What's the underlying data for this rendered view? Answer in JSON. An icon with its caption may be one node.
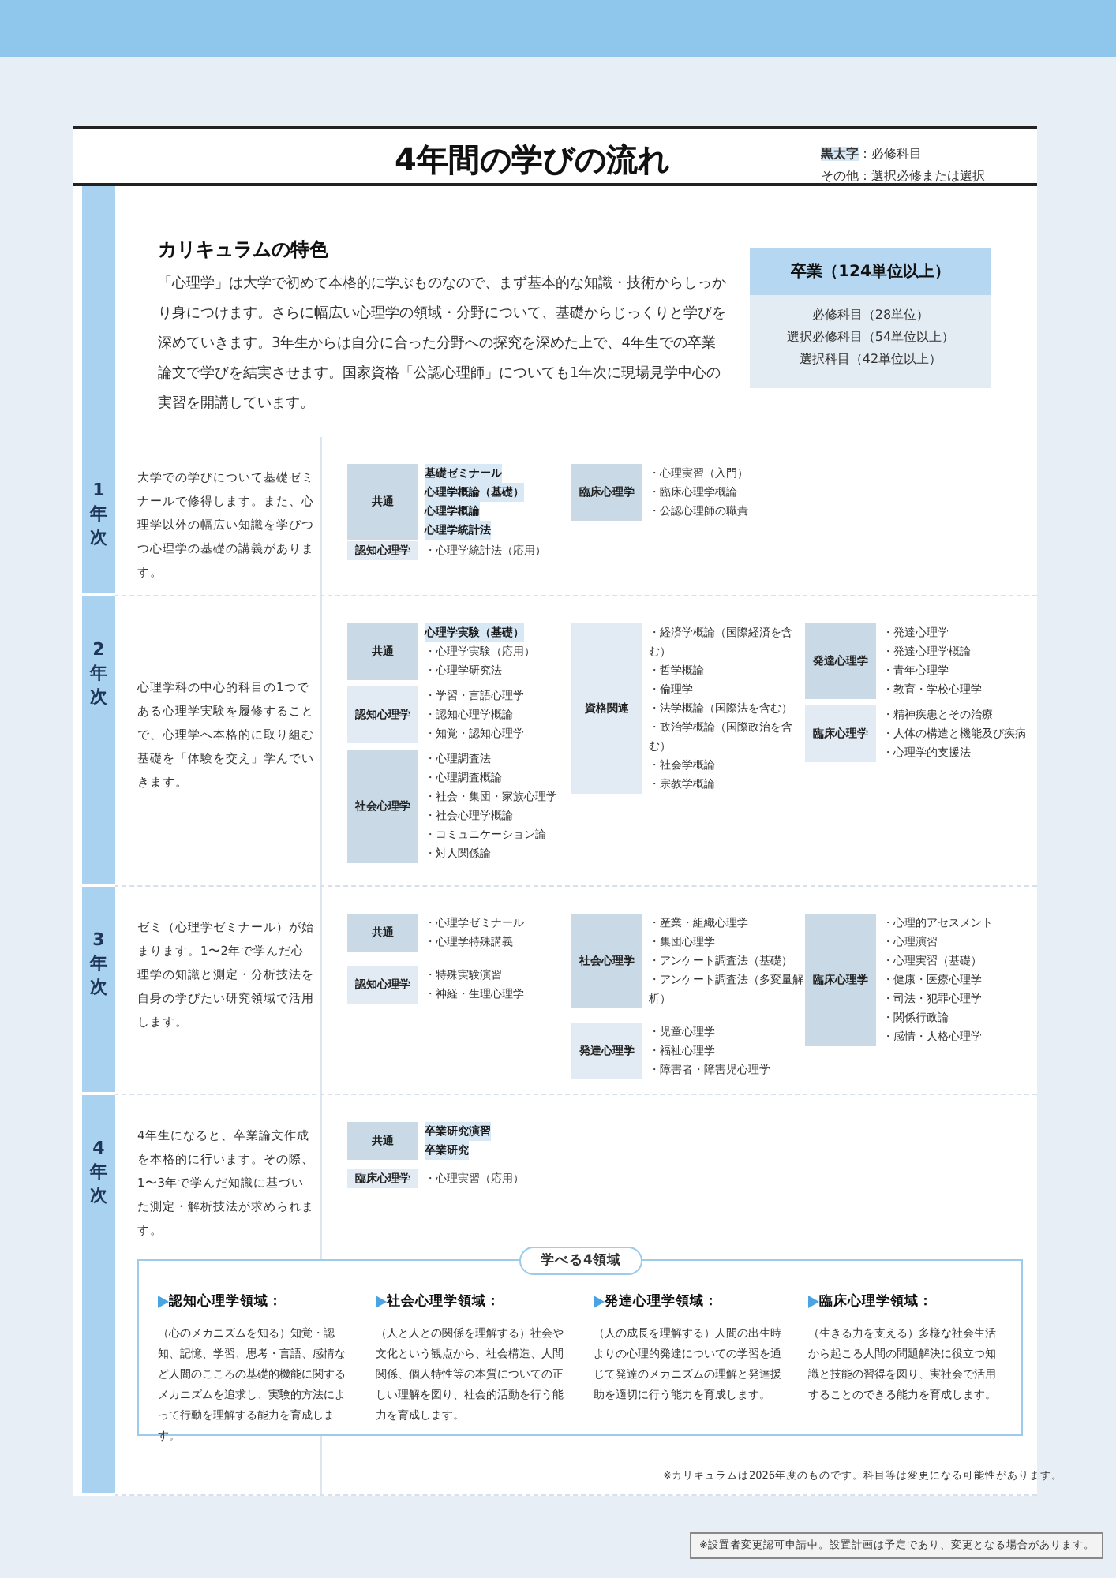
{
  "diagram": {
    "title": "4年間の学びの流れ",
    "nodes": [
      {
        "text": [
          "カリキュラムの特色",
          "「心理学」は大学で初めて本格的に学ぶものなので、まず基本的な知識・技術からしっかり身につけます。さらに幅広い心理学の領域・分野について、基礎からじっくりと学びを深めていきます。3年生からは自分に合った分野への探究を深めた上で、4年生での卒業論文で学びを結実させます。国家資格「公認心理師」についても1年次に現場見学中心の実習を開講しています。"
        ]
      },
      {
        "text": [
          "卒業（124単位以上）",
          "必修科目（28単位）",
          "選択必修科目（54単位以上）",
          "選択科目（42単位以上）"
        ]
      },
      {
        "text": [
          "1年次",
          "大学での学びについて基礎ゼミナールで修得します。また、心理学以外の幅広い知識を学びつつ心理学の基礎の講義があります。"
        ]
      },
      {
        "text": [
          "共通"
        ],
        "in": 2,
        "beside": [
          "基礎ゼミナール",
          "心理学概論（基礎）",
          "心理学概論",
          "心理学統計法"
        ]
      },
      {
        "text": [
          "臨床心理学"
        ],
        "in": 2,
        "beside": [
          "・心理実習（入門）",
          "・臨床心理学概論",
          "・公認心理師の職責"
        ]
      },
      {
        "text": [
          "認知心理学"
        ],
        "in": 2,
        "beside": [
          "・心理学統計法（応用）"
        ]
      },
      {
        "text": [
          "2年次",
          "心理学科の中心的科目の1つである心理学実験を履修することで、心理学へ本格的に取り組む基礎を「体験を交え」学んでいきます。"
        ]
      },
      {
        "text": [
          "共通"
        ],
        "in": 6,
        "beside": [
          "心理学実験（基礎）",
          "・心理学実験（応用）",
          "・心理学研究法"
        ]
      },
      {
        "text": [
          "認知心理学"
        ],
        "in": 6,
        "beside": [
          "・学習・言語心理学",
          "・認知心理学概論",
          "・知覚・認知心理学"
        ]
      },
      {
        "text": [
          "社会心理学"
        ],
        "in": 6,
        "beside": [
          "・心理調査法",
          "・心理調査概論",
          "・社会・集団・家族心理学",
          "・社会心理学概論",
          "・コミュニケーション論",
          "・対人関係論"
        ]
      },
      {
        "text": [
          "資格関連"
        ],
        "in": 6,
        "beside": [
          "・経済学概論（国際経済を含む）",
          "・哲学概論",
          "・倫理学",
          "・法学概論（国際法を含む）",
          "・政治学概論（国際政治を含む）",
          "・社会学概論",
          "・宗教学概論"
        ]
      },
      {
        "text": [
          "発達心理学"
        ],
        "in": 6,
        "beside": [
          "・発達心理学",
          "・発達心理学概論",
          "・青年心理学",
          "・教育・学校心理学"
        ]
      },
      {
        "text": [
          "臨床心理学"
        ],
        "in": 6,
        "beside": [
          "・精神疾患とその治療",
          "・人体の構造と機能及び疾病",
          "・心理学的支援法"
        ]
      },
      {
        "text": [
          "3年次",
          "ゼミ（心理学ゼミナール）が始まります。1〜2年で学んだ心理学の知識と測定・分析技法を自身の学びたい研究領域で活用します。"
        ]
      },
      {
        "text": [
          "共通"
        ],
        "in": 13,
        "beside": [
          "・心理学ゼミナール",
          "・心理学特殊講義"
        ]
      },
      {
        "text": [
          "認知心理学"
        ],
        "in": 13,
        "beside": [
          "・特殊実験演習",
          "・神経・生理心理学"
        ]
      },
      {
        "text": [
          "社会心理学"
        ],
        "in": 13,
        "beside": [
          "・産業・組織心理学",
          "・集団心理学",
          "・アンケート調査法（基礎）",
          "・アンケート調査法（多変量解析）"
        ]
      },
      {
        "text": [
          "発達心理学"
        ],
        "in": 13,
        "beside": [
          "・児童心理学",
          "・福祉心理学",
          "・障害者・障害児心理学"
        ]
      },
      {
        "text": [
          "臨床心理学"
        ],
        "in": 13,
        "beside": [
          "・心理的アセスメント",
          "・心理演習",
          "・心理実習（基礎）",
          "・健康・医療心理学",
          "・司法・犯罪心理学",
          "・関係行政論",
          "・感情・人格心理学"
        ]
      },
      {
        "text": [
          "4年次",
          "4年生になると、卒業論文作成を本格的に行います。その際、1〜3年で学んだ知識に基づいた測定・解析技法が求められます。"
        ]
      },
      {
        "text": [
          "共通"
        ],
        "in": 19,
        "beside": [
          "卒業研究演習",
          "卒業研究"
        ]
      },
      {
        "text": [
          "臨床心理学"
        ],
        "in": 19,
        "beside": [
          "・心理実習（応用）"
        ]
      },
      {
        "text": [
          "学べる4領域"
        ],
        "in": 19
      },
      {
        "text": [
          "認知心理学領域：",
          "（心のメカニズムを知る）知覚・認知、記憶、学習、思考・言語、感情など人間のこころの基礎的機能に関するメカニズムを追求し、実験的方法によって行動を理解する能力を育成します。"
        ],
        "in": 22
      },
      {
        "text": [
          "社会心理学領域：",
          "（人と人との関係を理解する）社会や文化という観点から、社会構造、人間関係、個人特性等の本質についての正しい理解を図り、社会的活動を行う能力を育成します。"
        ],
        "in": 22
      },
      {
        "text": [
          "発達心理学領域：",
          "（人の成長を理解する）人間の出生時よりの心理的発達についての学習を通じて発達のメカニズムの理解と発達援助を適切に行う能力を育成します。"
        ],
        "in": 22
      },
      {
        "text": [
          "臨床心理学領域：",
          "（生きる力を支える）多様な社会生活から起こる人間の問題解決に役立つ知識と技能の習得を図り、実社会で活用することのできる能力を育成します。"
        ],
        "in": 22
      }
    ],
    "edges": [],
    "labels": [
      "**黒太字**：必修科目",
      "その他：選択必修または選択",
      "※カリキュラムは2026年度のものです。科目等は変更になる可能性があります。",
      "※設置者変更認可申請中。設置計画は予定であり、変更となる場合があります。"
    ]
  }
}
